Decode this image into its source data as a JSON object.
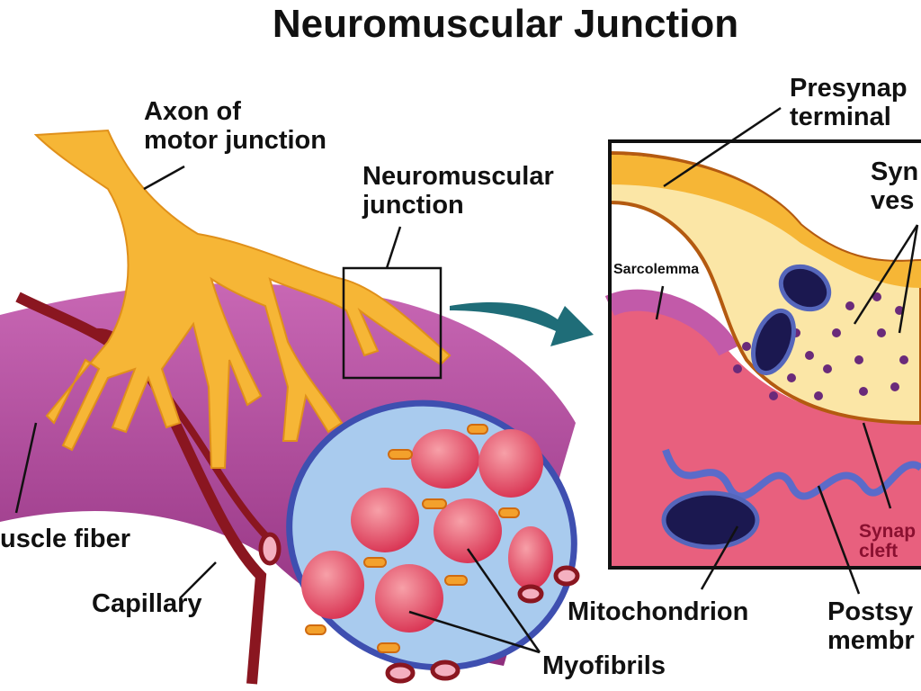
{
  "title": "Neuromuscular Junction",
  "labels": {
    "axon": [
      "Axon of",
      "motor junction"
    ],
    "nmj": [
      "Neuromuscular",
      "junction"
    ],
    "muscle_fiber": "uscle fiber",
    "capillary": "Capillary",
    "myofibrils": "Myofibrils",
    "presynaptic": [
      "Presynap",
      "terminal"
    ],
    "synaptic_vesicles": [
      "Syn",
      "ves"
    ],
    "sarcolemma": "Sarcolemma",
    "synaptic_cleft": [
      "Synap",
      "cleft"
    ],
    "mitochondrion": "Mitochondrion",
    "postsynaptic": [
      "Postsy",
      "membr"
    ]
  },
  "colors": {
    "axon": "#f5b431",
    "muscle": "#b0449a",
    "fibril": "#e8485f",
    "inset_bg": "#e8607e",
    "vesicle": "#6a2a7a",
    "arrow": "#1f6d78"
  }
}
